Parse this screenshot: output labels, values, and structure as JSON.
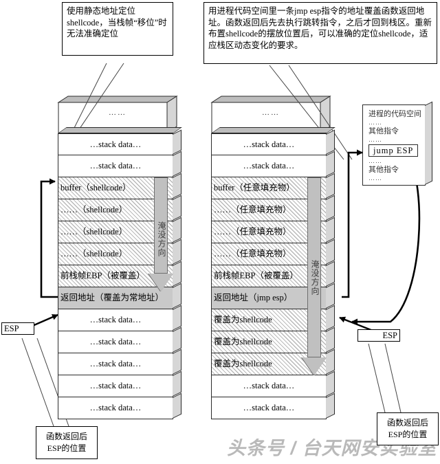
{
  "callouts": {
    "top_left": "使用静态地址定位shellcode，当栈帧“移位”时无法准确定位",
    "top_right": "用进程代码空间里一条jmp esp指令的地址覆盖函数返回地址。函数返回后先去执行跳转指令，之后才回到栈区。重新布置shellcode的摆放位置后，可以准确的定位shellcode，适应栈区动态变化的要求。",
    "bottom_left": "函数返回后\nESP的位置",
    "bottom_left_line1": "函数返回后",
    "bottom_left_line2": "ESP的位置",
    "bottom_right_line1": "函数返回后",
    "bottom_right_line2": "ESP的位置"
  },
  "left_stack": {
    "top_fragment_label": "……",
    "rows": [
      {
        "text": "…stack data…",
        "style": "plain"
      },
      {
        "text": "…stack data…",
        "style": "plain"
      },
      {
        "text": "buffer（shellcode）",
        "style": "hatch-left"
      },
      {
        "text": "……（shellcode）",
        "style": "hatch-left"
      },
      {
        "text": "……（shellcode）",
        "style": "hatch-left"
      },
      {
        "text": "……（shellcode）",
        "style": "hatch-left"
      },
      {
        "text": "前栈帧EBP（被覆盖）",
        "style": "hatch-left"
      },
      {
        "text": "返回地址（覆盖为常地址）",
        "style": "grey-left"
      },
      {
        "text": "…stack data…",
        "style": "plain"
      },
      {
        "text": "…stack data…",
        "style": "plain"
      },
      {
        "text": "…stack data…",
        "style": "plain"
      },
      {
        "text": "…stack data…",
        "style": "plain"
      },
      {
        "text": "…stack data…",
        "style": "plain"
      }
    ],
    "flood_label": "淹没方向",
    "esp_label": "ESP"
  },
  "right_stack": {
    "top_fragment_label": "……",
    "rows": [
      {
        "text": "…stack data…",
        "style": "plain"
      },
      {
        "text": "…stack data…",
        "style": "plain"
      },
      {
        "text": "buffer（任意填充物）",
        "style": "hatch-left"
      },
      {
        "text": "……（任意填充物）",
        "style": "hatch-left"
      },
      {
        "text": "……（任意填充物）",
        "style": "hatch-left"
      },
      {
        "text": "……（任意填充物）",
        "style": "hatch-left"
      },
      {
        "text": "前栈帧EBP（被覆盖）",
        "style": "hatch-left"
      },
      {
        "text": "返回地址（jmp esp）",
        "style": "grey-left"
      },
      {
        "text": "覆盖为shellcode",
        "style": "hatch-left"
      },
      {
        "text": "覆盖为shellcode",
        "style": "hatch-left"
      },
      {
        "text": "覆盖为shellcode",
        "style": "hatch-left"
      },
      {
        "text": "…stack data…",
        "style": "plain"
      },
      {
        "text": "…stack data…",
        "style": "plain"
      }
    ],
    "flood_label": "淹没方向",
    "esp_label": "ESP"
  },
  "code_space": {
    "title": "进程的代码空间",
    "dots1": "……",
    "other1": "其他指令",
    "dots2": "……",
    "jump": "jump ESP",
    "dots3": "……",
    "other2": "其他指令",
    "dots4": "……"
  },
  "watermark": "头条号 / 台天网安实验室",
  "colors": {
    "hatch_line": "#b9b9b9",
    "highlight_row": "#c9c9c9",
    "face_3d": "#d6d6d6",
    "flood_arrow": "#c0c0c0",
    "watermark": "#b9b9b9",
    "stroke": "#2a2a2a"
  }
}
